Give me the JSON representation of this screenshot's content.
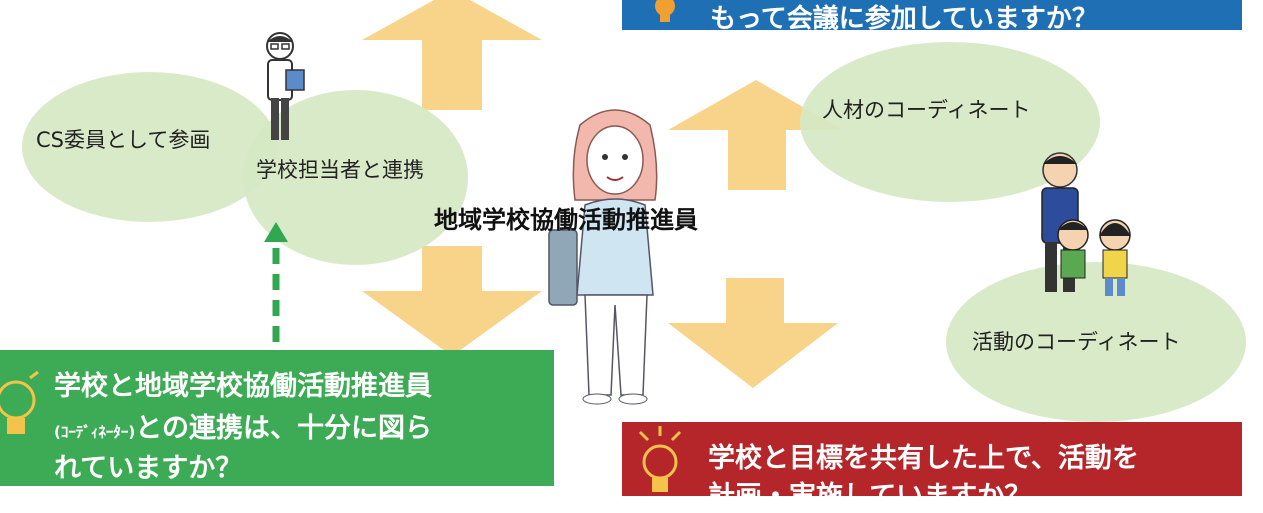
{
  "diagram": {
    "center_label": "地域学校協働活動推進員",
    "nodes": {
      "cs_member": "CS委員として参画",
      "school_staff": "学校担当者と連携",
      "talent": "人材のコーディネート",
      "activity": "活動のコーディネート"
    }
  },
  "banners": {
    "top_blue": {
      "line1": "もって会議に参加していますか？",
      "color": "#1f6fb5"
    },
    "left_green": {
      "line1": "学校と地域学校協働活動推進員",
      "line2_small": "(ｺｰﾃﾞｨﾈｰﾀｰ)",
      "line2": "との連携は、十分に図ら",
      "line3": "れていますか？",
      "color": "#3daa55"
    },
    "bottom_red": {
      "line1": "学校と目標を共有した上で、活動を",
      "line2": "計画・実施していますか？",
      "color": "#b5262a"
    }
  },
  "colors": {
    "arrow": "#f7d48a",
    "ellipse": "#d6e8c4",
    "dashed_arrow": "#2fa84f"
  }
}
